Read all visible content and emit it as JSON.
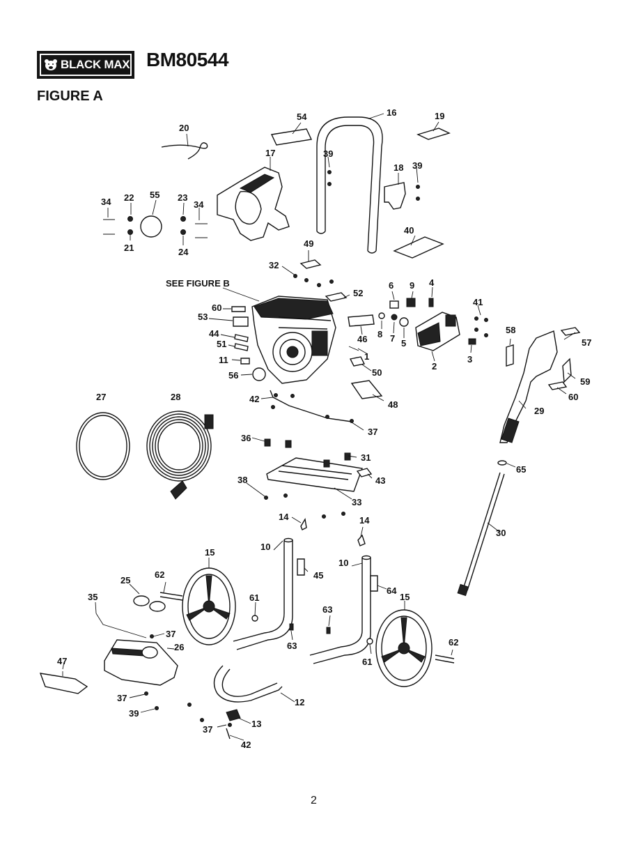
{
  "brand": {
    "logo_text": "BLACK MAX"
  },
  "header": {
    "model": "BM80544",
    "figure_title": "FIGURE A"
  },
  "see_figure": "SEE FIGURE B",
  "page_number": "2",
  "callouts": [
    {
      "id": "1",
      "text": "1"
    },
    {
      "id": "2",
      "text": "2"
    },
    {
      "id": "3",
      "text": "3"
    },
    {
      "id": "4",
      "text": "4"
    },
    {
      "id": "5",
      "text": "5"
    },
    {
      "id": "6",
      "text": "6"
    },
    {
      "id": "7",
      "text": "7"
    },
    {
      "id": "8",
      "text": "8"
    },
    {
      "id": "9",
      "text": "9"
    },
    {
      "id": "10a",
      "text": "10"
    },
    {
      "id": "10b",
      "text": "10"
    },
    {
      "id": "11",
      "text": "11"
    },
    {
      "id": "12",
      "text": "12"
    },
    {
      "id": "13",
      "text": "13"
    },
    {
      "id": "14a",
      "text": "14"
    },
    {
      "id": "14b",
      "text": "14"
    },
    {
      "id": "15a",
      "text": "15"
    },
    {
      "id": "15b",
      "text": "15"
    },
    {
      "id": "16",
      "text": "16"
    },
    {
      "id": "17",
      "text": "17"
    },
    {
      "id": "18",
      "text": "18"
    },
    {
      "id": "19",
      "text": "19"
    },
    {
      "id": "20",
      "text": "20"
    },
    {
      "id": "21",
      "text": "21"
    },
    {
      "id": "22",
      "text": "22"
    },
    {
      "id": "23",
      "text": "23"
    },
    {
      "id": "24",
      "text": "24"
    },
    {
      "id": "25",
      "text": "25"
    },
    {
      "id": "26",
      "text": "26"
    },
    {
      "id": "27",
      "text": "27"
    },
    {
      "id": "28",
      "text": "28"
    },
    {
      "id": "29",
      "text": "29"
    },
    {
      "id": "30",
      "text": "30"
    },
    {
      "id": "31",
      "text": "31"
    },
    {
      "id": "32",
      "text": "32"
    },
    {
      "id": "33",
      "text": "33"
    },
    {
      "id": "34a",
      "text": "34"
    },
    {
      "id": "34b",
      "text": "34"
    },
    {
      "id": "35",
      "text": "35"
    },
    {
      "id": "36",
      "text": "36"
    },
    {
      "id": "37a",
      "text": "37"
    },
    {
      "id": "37b",
      "text": "37"
    },
    {
      "id": "37c",
      "text": "37"
    },
    {
      "id": "37d",
      "text": "37"
    },
    {
      "id": "38",
      "text": "38"
    },
    {
      "id": "39a",
      "text": "39"
    },
    {
      "id": "39b",
      "text": "39"
    },
    {
      "id": "39c",
      "text": "39"
    },
    {
      "id": "40",
      "text": "40"
    },
    {
      "id": "41",
      "text": "41"
    },
    {
      "id": "42a",
      "text": "42"
    },
    {
      "id": "42b",
      "text": "42"
    },
    {
      "id": "43",
      "text": "43"
    },
    {
      "id": "44",
      "text": "44"
    },
    {
      "id": "45",
      "text": "45"
    },
    {
      "id": "46",
      "text": "46"
    },
    {
      "id": "47",
      "text": "47"
    },
    {
      "id": "48",
      "text": "48"
    },
    {
      "id": "49",
      "text": "49"
    },
    {
      "id": "50",
      "text": "50"
    },
    {
      "id": "51",
      "text": "51"
    },
    {
      "id": "52",
      "text": "52"
    },
    {
      "id": "53",
      "text": "53"
    },
    {
      "id": "54",
      "text": "54"
    },
    {
      "id": "55",
      "text": "55"
    },
    {
      "id": "56",
      "text": "56"
    },
    {
      "id": "57",
      "text": "57"
    },
    {
      "id": "58",
      "text": "58"
    },
    {
      "id": "59",
      "text": "59"
    },
    {
      "id": "60",
      "text": "60"
    },
    {
      "id": "61a",
      "text": "61"
    },
    {
      "id": "61b",
      "text": "61"
    },
    {
      "id": "62a",
      "text": "62"
    },
    {
      "id": "62b",
      "text": "62"
    },
    {
      "id": "63a",
      "text": "63"
    },
    {
      "id": "63b",
      "text": "63"
    },
    {
      "id": "64",
      "text": "64"
    },
    {
      "id": "65",
      "text": "65"
    }
  ]
}
